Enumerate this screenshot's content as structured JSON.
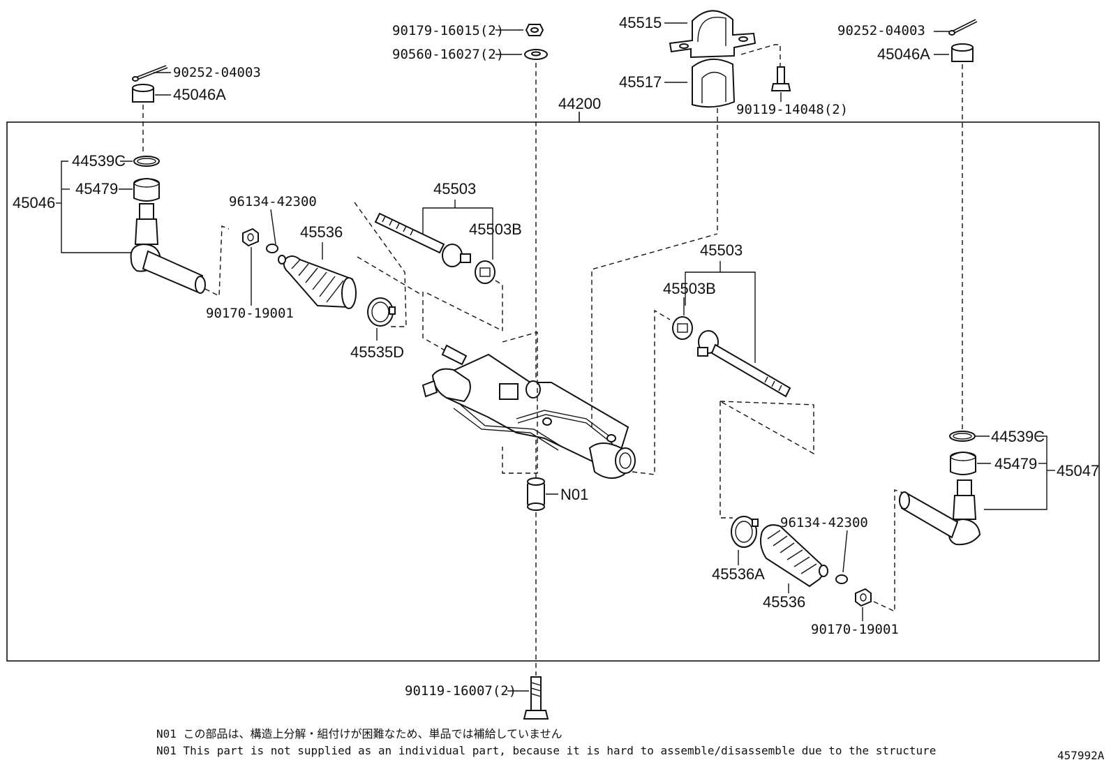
{
  "assembly_label": "44200",
  "diagram_id": "457992A",
  "parts": {
    "p90179": "90179-16015(2)",
    "p90560": "90560-16027(2)",
    "p45515": "45515",
    "p45517": "45517",
    "p90119_14048": "90119-14048(2)",
    "p90252_right": "90252-04003",
    "p45046A_right": "45046A",
    "p90252_left": "90252-04003",
    "p45046A_left": "45046A",
    "p44539C_left": "44539C",
    "p45479_left": "45479",
    "p45046": "45046",
    "p96134_left": "96134-42300",
    "p45536_left": "45536",
    "p90170_left": "90170-19001",
    "p45535D": "45535D",
    "p45503_left": "45503",
    "p45503B_left": "45503B",
    "p45503_right": "45503",
    "p45503B_right": "45503B",
    "pN01": "N01",
    "p44539C_right": "44539C",
    "p45479_right": "45479",
    "p45047": "45047",
    "p45536A": "45536A",
    "p96134_right": "96134-42300",
    "p45536_right": "45536",
    "p90170_right": "90170-19001",
    "p90119_16007": "90119-16007(2)"
  },
  "notes": {
    "jp": "N01 この部品は、構造上分解・組付けが困難なため、単品では補給していません",
    "en": "N01 This part is not supplied as an individual part, because it is hard to assemble/disassemble due to the structure"
  }
}
